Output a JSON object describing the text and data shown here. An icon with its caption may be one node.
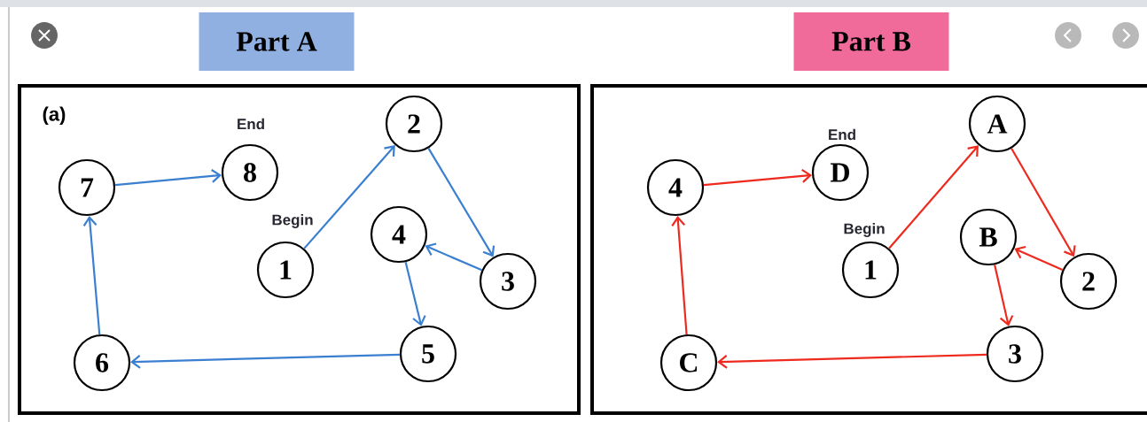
{
  "diagram": {
    "nodes": [
      {
        "text": [
          "Part A"
        ]
      },
      {
        "text": [
          "Part B"
        ]
      },
      {
        "text": [
          "(a)"
        ]
      },
      {
        "text": [],
        "shape": "box"
      },
      {
        "text": [
          "1"
        ],
        "in": 2,
        "beside": [
          "Begin"
        ]
      },
      {
        "text": [
          "2"
        ],
        "in": 2
      },
      {
        "text": [
          "3"
        ],
        "in": 2
      },
      {
        "text": [
          "4"
        ],
        "in": 2
      },
      {
        "text": [
          "5"
        ],
        "in": 2
      },
      {
        "text": [
          "6"
        ],
        "in": 2
      },
      {
        "text": [
          "7"
        ],
        "in": 2
      },
      {
        "text": [
          "8"
        ],
        "in": 2,
        "beside": [
          "End"
        ]
      },
      {
        "text": [
          "1"
        ],
        "in": 3,
        "beside": [
          "Begin"
        ]
      },
      {
        "text": [
          "A"
        ],
        "in": 3
      },
      {
        "text": [
          "2"
        ],
        "in": 3
      },
      {
        "text": [
          "B"
        ],
        "in": 3
      },
      {
        "text": [
          "3"
        ],
        "in": 3
      },
      {
        "text": [
          "C"
        ],
        "in": 3
      },
      {
        "text": [
          "4"
        ],
        "in": 3
      },
      {
        "text": [
          "D"
        ],
        "in": 3,
        "beside": [
          "End"
        ]
      }
    ],
    "edges": [
      {
        "from": 4,
        "to": 5,
        "arrow": "to",
        "color": "#3a7fd0"
      },
      {
        "from": 5,
        "to": 6,
        "arrow": "to",
        "color": "#3a7fd0"
      },
      {
        "from": 6,
        "to": 7,
        "arrow": "to",
        "color": "#3a7fd0"
      },
      {
        "from": 7,
        "to": 8,
        "arrow": "to",
        "color": "#3a7fd0"
      },
      {
        "from": 8,
        "to": 9,
        "arrow": "to",
        "color": "#3a7fd0"
      },
      {
        "from": 9,
        "to": 10,
        "arrow": "to",
        "color": "#3a7fd0"
      },
      {
        "from": 10,
        "to": 11,
        "arrow": "to",
        "color": "#3a7fd0"
      },
      {
        "from": 12,
        "to": 13,
        "arrow": "to",
        "color": "#ee2a1e"
      },
      {
        "from": 13,
        "to": 14,
        "arrow": "to",
        "color": "#ee2a1e"
      },
      {
        "from": 14,
        "to": 15,
        "arrow": "to",
        "color": "#ee2a1e"
      },
      {
        "from": 15,
        "to": 16,
        "arrow": "to",
        "color": "#ee2a1e"
      },
      {
        "from": 16,
        "to": 17,
        "arrow": "to",
        "color": "#ee2a1e"
      },
      {
        "from": 17,
        "to": 18,
        "arrow": "to",
        "color": "#ee2a1e"
      },
      {
        "from": 18,
        "to": 19,
        "arrow": "to",
        "color": "#ee2a1e"
      }
    ]
  }
}
